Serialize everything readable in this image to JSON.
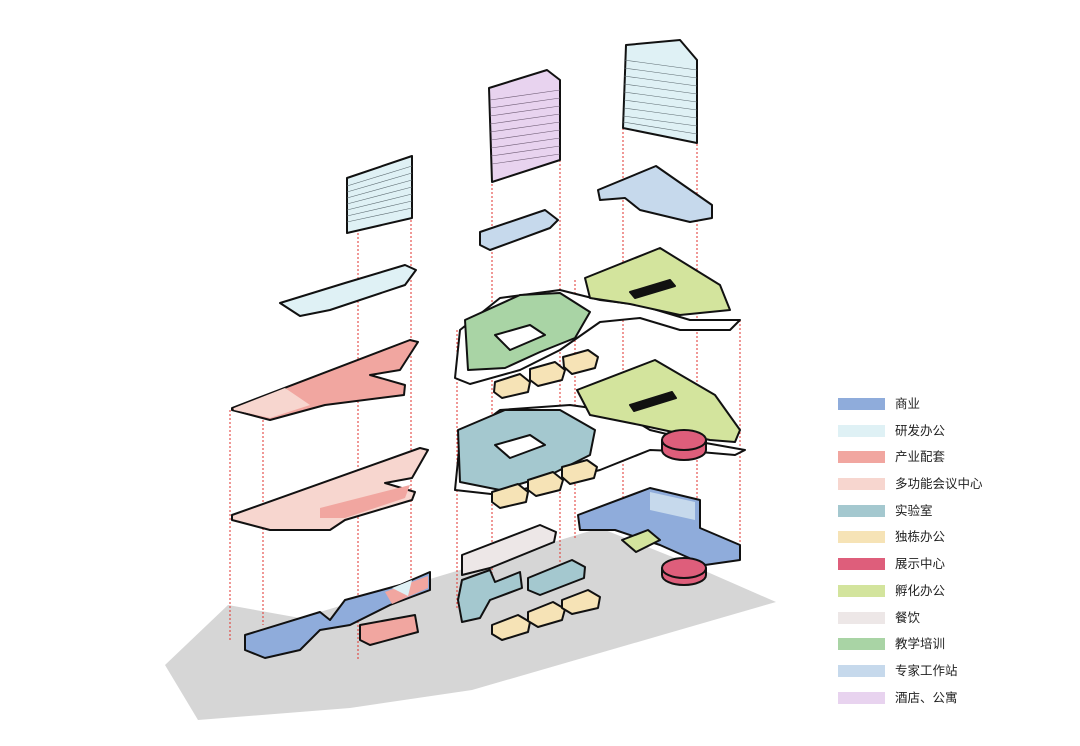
{
  "colors": {
    "commercial": "#8facdb",
    "rnd_office": "#dff1f5",
    "industrial_support": "#f1a6a0",
    "conference": "#f7d6cf",
    "laboratory": "#a4c8cf",
    "standalone_office": "#f6e3b6",
    "exhibition": "#de5e7b",
    "incubator": "#d3e49d",
    "dining": "#ede7e7",
    "training": "#a9d4a5",
    "expert_station": "#c6d9ec",
    "hotel": "#e8d3ef",
    "ground": "#d6d6d6",
    "outline": "#111111",
    "guide": "#e0312c"
  },
  "legend": [
    {
      "label": "商业",
      "color": "#8facdb"
    },
    {
      "label": "研发办公",
      "color": "#dff1f5"
    },
    {
      "label": "产业配套",
      "color": "#f1a6a0"
    },
    {
      "label": "多功能会议中心",
      "color": "#f7d6cf"
    },
    {
      "label": "实验室",
      "color": "#a4c8cf"
    },
    {
      "label": "独栋办公",
      "color": "#f6e3b6"
    },
    {
      "label": "展示中心",
      "color": "#de5e7b"
    },
    {
      "label": "孵化办公",
      "color": "#d3e49d"
    },
    {
      "label": "餐饮",
      "color": "#ede7e7"
    },
    {
      "label": "教学培训",
      "color": "#a9d4a5"
    },
    {
      "label": "专家工作站",
      "color": "#c6d9ec"
    },
    {
      "label": "酒店、公寓",
      "color": "#e8d3ef"
    }
  ]
}
